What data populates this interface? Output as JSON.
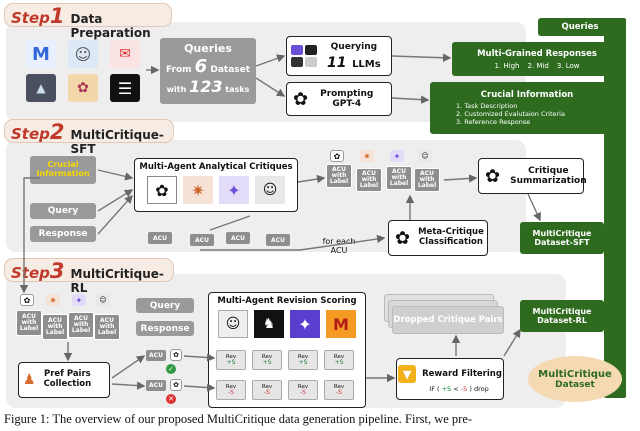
{
  "step1": {
    "word": "Step",
    "num": "1",
    "title": "Data Preparation"
  },
  "step2": {
    "word": "Step",
    "num": "2",
    "title": "MultiCritique-SFT"
  },
  "step3": {
    "word": "Step",
    "num": "3",
    "title": "MultiCritique-RL"
  },
  "queries_box": {
    "line1": "Queries",
    "from": "From",
    "dataset_count": "6",
    "dataset": "Dataset",
    "with": "with",
    "task_count": "123",
    "tasks": "tasks"
  },
  "querying": {
    "line1": "Querying",
    "count": "11",
    "llms": "LLMs"
  },
  "prompting": {
    "line1": "Prompting",
    "line2": "GPT-4"
  },
  "pipe": {
    "queries": "Queries",
    "responses_title": "Multi-Grained Responses",
    "responses_items": [
      "1. High",
      "2. Mid",
      "3. Low"
    ],
    "crucial_title": "Crucial Information",
    "crucial_items": [
      "1. Task Description",
      "2. Customized Evalutaion Criteria",
      "3. Reference Response"
    ]
  },
  "sft": {
    "crucial_line1": "Crucial",
    "crucial_line2": "Information",
    "query": "Query",
    "response": "Response",
    "analytical_title": "Multi-Agent Analytical Critiques",
    "acu": "ACU",
    "acu_with": "with",
    "acu_label": "Label",
    "summarization_line1": "Critique",
    "summarization_line2": "Summarization",
    "meta_line1": "Meta-Critique",
    "meta_line2": "Classification",
    "for_each": "for each",
    "for_each_acu": "ACU",
    "dataset_line1": "MultiCritique",
    "dataset_line2": "Dataset-SFT"
  },
  "rl": {
    "query": "Query",
    "response": "Response",
    "revision_title": "Multi-Agent Revision Scoring",
    "dropped": "Dropped Critique Pairs",
    "pref_line1": "Pref Pairs",
    "pref_line2": "Collection",
    "reward": "Reward Filtering",
    "if_text": "IF",
    "drop_text": "drop",
    "lt": "<",
    "rev": "Rev",
    "s_pos": "+S",
    "s_neg": "-S",
    "dataset_line1": "MultiCritique",
    "dataset_line2": "Dataset-RL",
    "final_line1": "MultiCritique",
    "final_line2": "Dataset"
  },
  "caption": "Figure 1: The overview of our proposed MultiCritique data generation pipeline. First, we pre-",
  "colors": {
    "green": "#2e6b1f",
    "step_red": "#c0392b",
    "panel": "#eeeeee",
    "orange_bubble": "#f4d9b3"
  }
}
